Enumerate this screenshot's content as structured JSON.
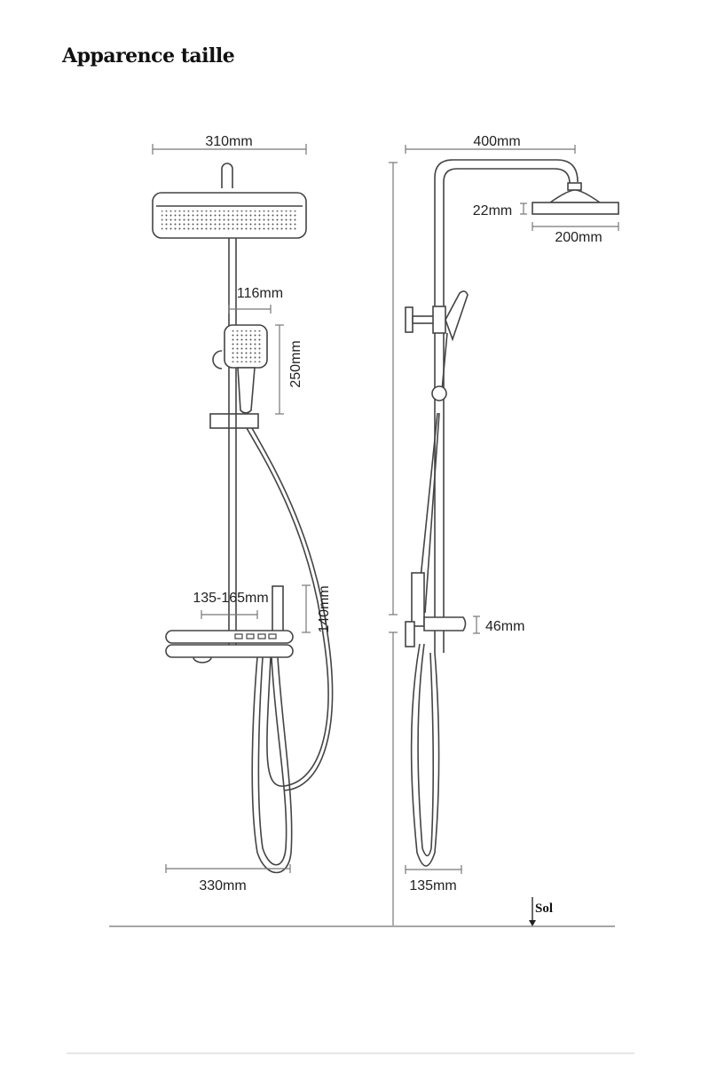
{
  "title": "Apparence taille",
  "front_view": {
    "head_width": "310mm",
    "hand_shower_offset": "116mm",
    "hand_shower_height": "250mm",
    "shelf_adjust": "135-165mm",
    "control_height": "140mm",
    "shelf_width": "330mm"
  },
  "side_view": {
    "arm_length": "400mm",
    "head_thickness": "22mm",
    "head_diameter": "200mm",
    "shelf_height": "46mm",
    "wall_depth": "135mm",
    "floor_label": "Sol"
  }
}
